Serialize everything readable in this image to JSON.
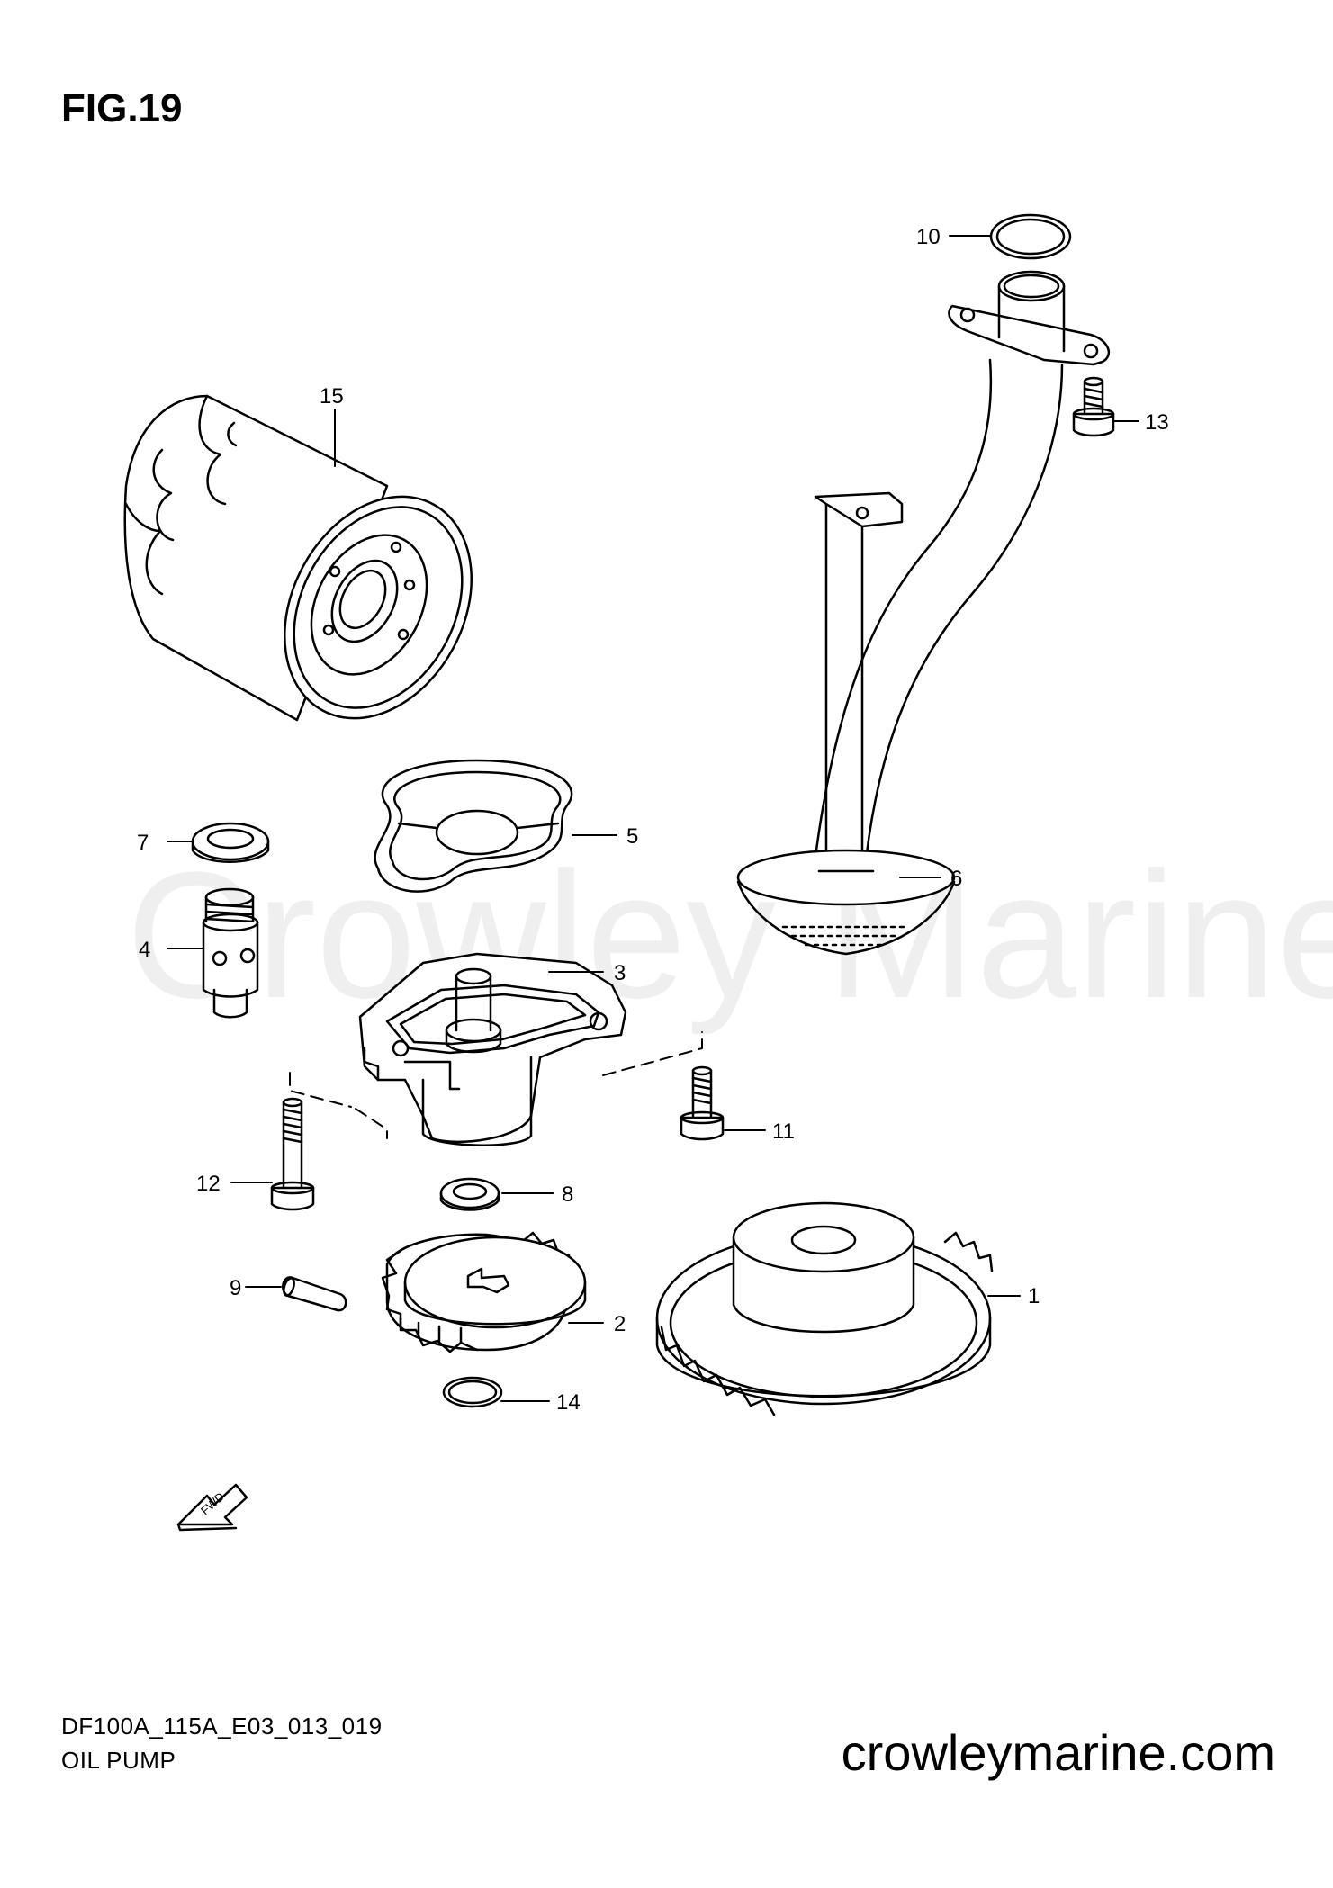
{
  "figure": {
    "title": "FIG.19",
    "model_code": "DF100A_115A_E03_013_019",
    "caption": "OIL PUMP",
    "website": "crowleymarine.com",
    "watermark": "Crowley Marine",
    "fwd_label": "FWD"
  },
  "callouts": [
    {
      "part": "oil-pump-driven-gear",
      "number": "1"
    },
    {
      "part": "oil-pump-drive-gear",
      "number": "2"
    },
    {
      "part": "oil-pump-case",
      "number": "3"
    },
    {
      "part": "oil-pressure-switch-fitting",
      "number": "4"
    },
    {
      "part": "oil-pump-gasket",
      "number": "5"
    },
    {
      "part": "oil-strainer",
      "number": "6"
    },
    {
      "part": "fitting-gasket",
      "number": "7"
    },
    {
      "part": "gear-washer",
      "number": "8"
    },
    {
      "part": "gear-pin",
      "number": "9"
    },
    {
      "part": "strainer-o-ring",
      "number": "10"
    },
    {
      "part": "pump-bolt-short",
      "number": "11"
    },
    {
      "part": "pump-bolt-long",
      "number": "12"
    },
    {
      "part": "strainer-bolt",
      "number": "13"
    },
    {
      "part": "circlip",
      "number": "14"
    },
    {
      "part": "oil-filter",
      "number": "15"
    }
  ],
  "colors": {
    "line": "#000000",
    "background": "#ffffff"
  }
}
